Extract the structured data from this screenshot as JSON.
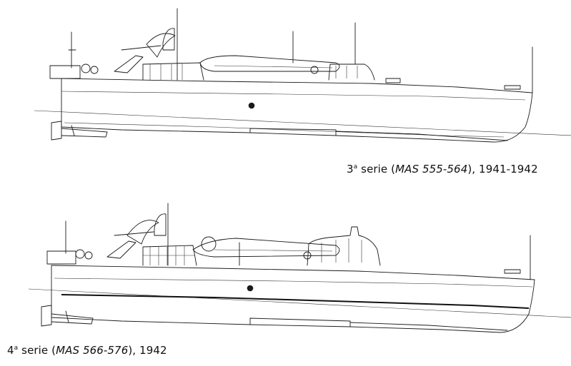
{
  "drawings": [
    {
      "caption_series": "3",
      "caption_ordinal": "a",
      "caption_word": " serie (",
      "caption_italic": "MAS 555-564",
      "caption_tail": "), 1941-1942"
    },
    {
      "caption_series": "4",
      "caption_ordinal": "a",
      "caption_word": " serie (",
      "caption_italic": "MAS 566-576",
      "caption_tail": "), 1942"
    }
  ]
}
